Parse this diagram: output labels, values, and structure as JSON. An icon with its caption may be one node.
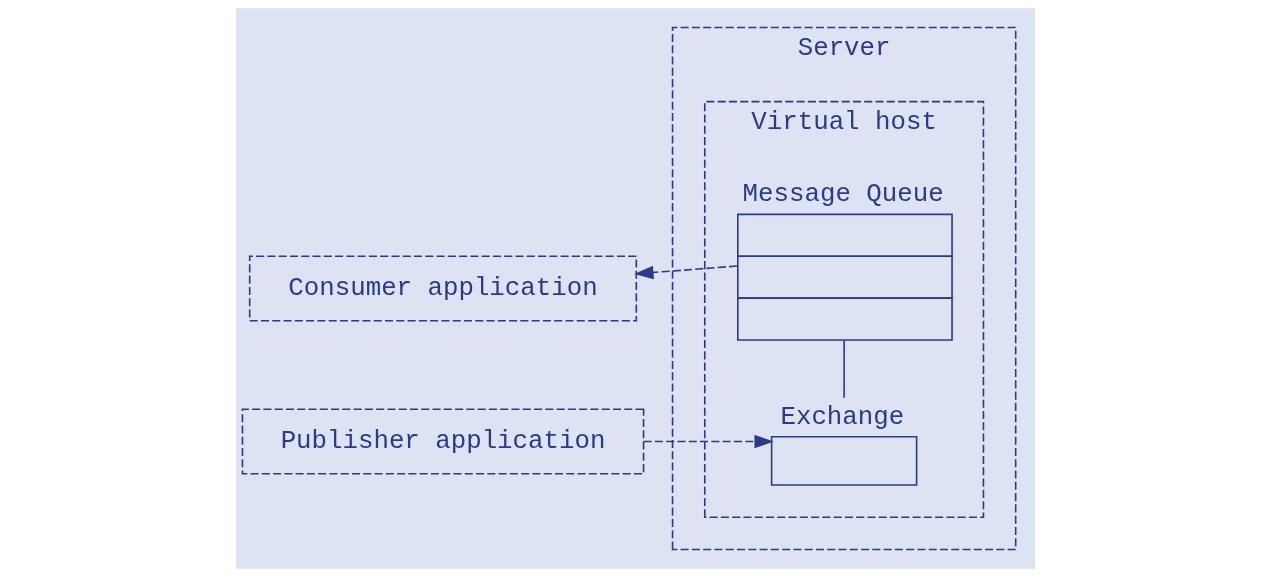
{
  "diagram": {
    "nodes": [
      {
        "text": [
          "Server"
        ]
      },
      {
        "text": [
          "Virtual host"
        ],
        "in": 0
      },
      {
        "text": [
          "Publisher application"
        ]
      },
      {
        "text": [
          "Exchange"
        ],
        "in": 1
      },
      {
        "text": [
          "Message Queue"
        ],
        "in": 1
      },
      {
        "text": [
          "Consumer application"
        ]
      }
    ],
    "edges": [
      {
        "from": 2,
        "to": 3,
        "arrow": "to",
        "style": "dashed"
      },
      {
        "from": 3,
        "to": 4,
        "arrow": "none"
      },
      {
        "from": 4,
        "to": 5,
        "arrow": "to",
        "style": "dashed"
      }
    ]
  }
}
